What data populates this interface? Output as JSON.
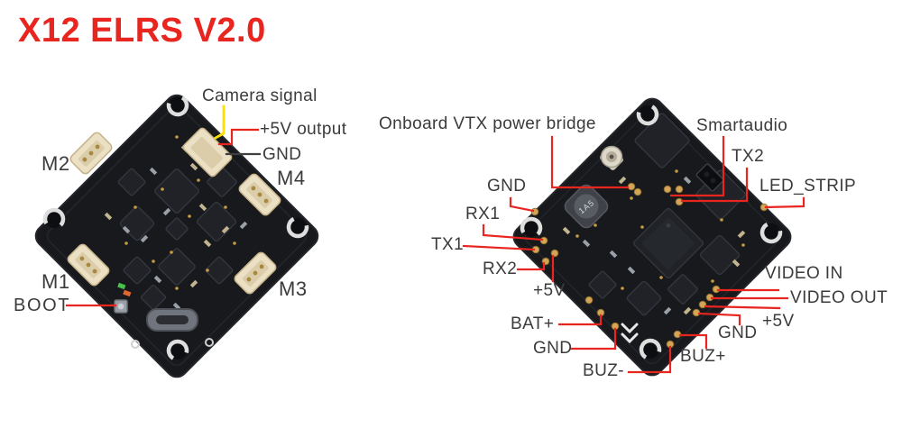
{
  "title": "X12 ELRS V2.0",
  "colors": {
    "accent_red": "#e8251f",
    "leader_yellow": "#ffdf00",
    "leader_dark": "#3f3f3f",
    "pcb_dark": "#17191d",
    "pad_gold": "#d2a557",
    "connector_cream": "#ece0c4"
  },
  "front_board": {
    "labels": {
      "camera_signal": "Camera signal",
      "power_5v_output": "+5V output",
      "gnd": "GND",
      "m1": "M1",
      "m2": "M2",
      "m3": "M3",
      "m4": "M4",
      "boot": "BOOT"
    }
  },
  "back_board": {
    "inductor_marking": "1A5",
    "labels": {
      "onboard_vtx_power_bridge": "Onboard VTX power bridge",
      "smartaudio": "Smartaudio",
      "tx2": "TX2",
      "led_strip": "LED_STRIP",
      "gnd_uart": "GND",
      "rx1": "RX1",
      "tx1": "TX1",
      "rx2": "RX2",
      "power_5v_uart": "+5V",
      "bat_plus": "BAT+",
      "gnd_power": "GND",
      "buz_minus": "BUZ-",
      "buz_plus": "BUZ+",
      "video_in": "VIDEO IN",
      "video_out": "VIDEO OUT",
      "power_5v_video": "+5V",
      "gnd_video": "GND"
    }
  }
}
